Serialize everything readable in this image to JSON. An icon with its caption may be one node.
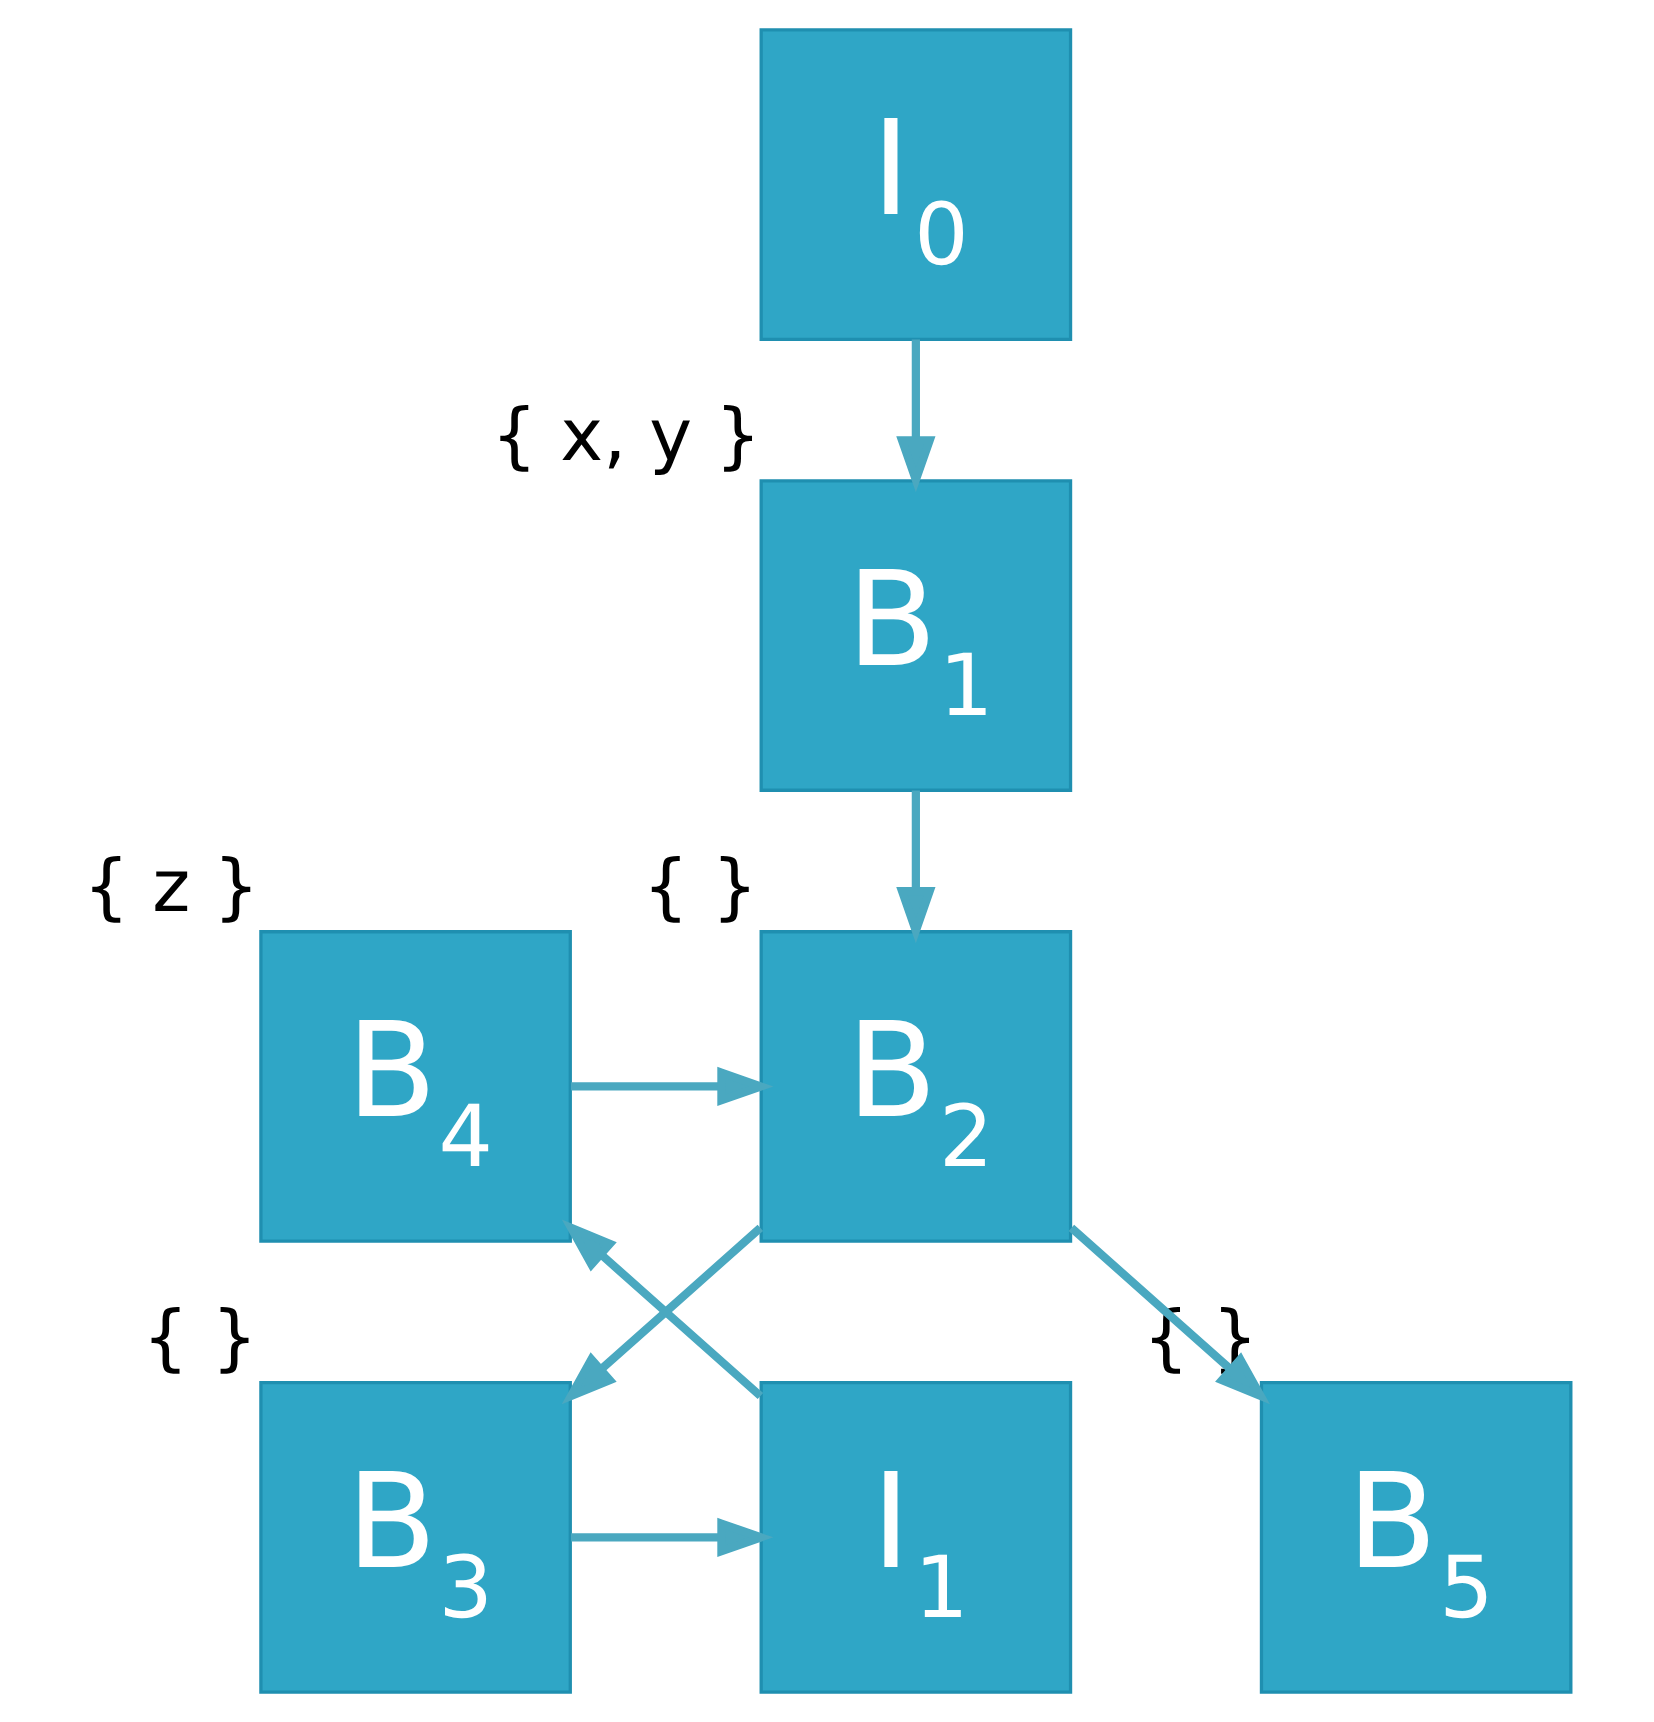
{
  "diagram": {
    "nodes": [
      {
        "text": [
          "I$_{0}$"
        ]
      },
      {
        "text": [
          "B$_{1}$"
        ],
        "beside": [
          "{ x, y }"
        ]
      },
      {
        "text": [
          "B$_{4}$"
        ],
        "beside": [
          "{ z }"
        ]
      },
      {
        "text": [
          "B$_{2}$"
        ],
        "beside": [
          "{ }"
        ]
      },
      {
        "text": [
          "I$_{1}$"
        ]
      },
      {
        "text": [
          "B$_{3}$"
        ],
        "beside": [
          "{ }"
        ]
      },
      {
        "text": [
          "B$_{5}$"
        ],
        "beside": [
          "{ }"
        ]
      }
    ],
    "edges": [
      {
        "from": 0,
        "to": 1,
        "arrow": "to"
      },
      {
        "from": 1,
        "to": 3,
        "arrow": "to"
      },
      {
        "from": 2,
        "to": 3,
        "arrow": "to"
      },
      {
        "from": 3,
        "to": 5,
        "arrow": "to"
      },
      {
        "from": 3,
        "to": 6,
        "arrow": "to"
      },
      {
        "from": 5,
        "to": 4,
        "arrow": "to"
      },
      {
        "from": 4,
        "to": 2,
        "arrow": "to"
      }
    ]
  }
}
